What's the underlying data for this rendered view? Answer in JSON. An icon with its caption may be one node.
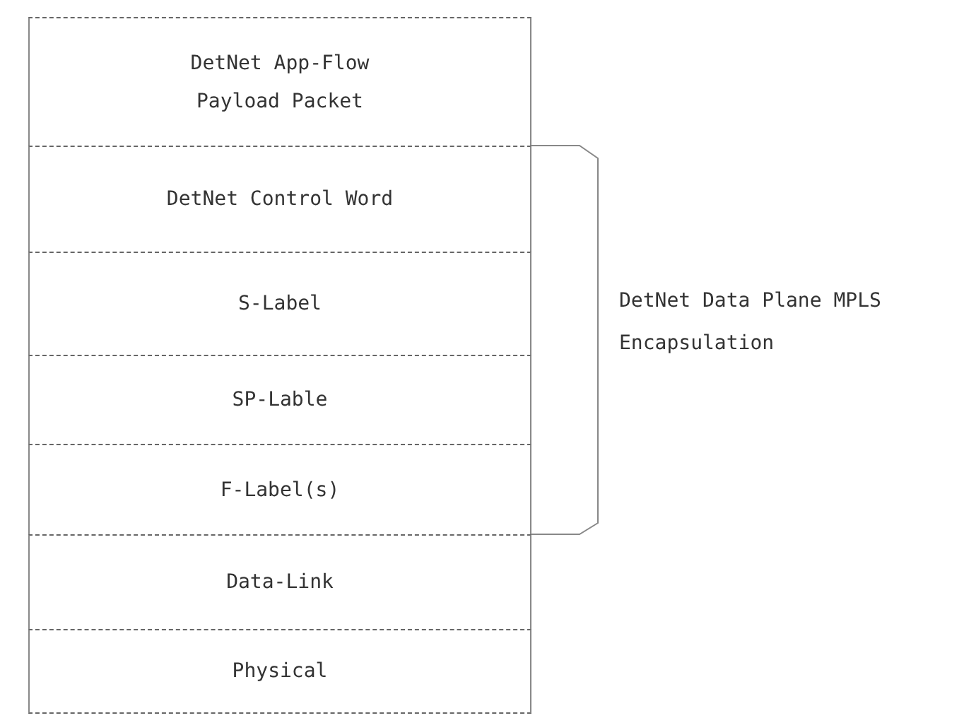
{
  "diagram": {
    "nodes": [
      {
        "text": [
          "DetNet App-Flow Payload Packet"
        ]
      },
      {
        "text": [
          "DetNet Control Word"
        ]
      },
      {
        "text": [
          "S-Label"
        ]
      },
      {
        "text": [
          "SP-Lable"
        ]
      },
      {
        "text": [
          "F-Label(s)"
        ]
      },
      {
        "text": [
          "Data-Link"
        ]
      },
      {
        "text": [
          "Physical"
        ]
      }
    ],
    "labels": [
      "DetNet Data Plane MPLS Encapsulation"
    ]
  }
}
